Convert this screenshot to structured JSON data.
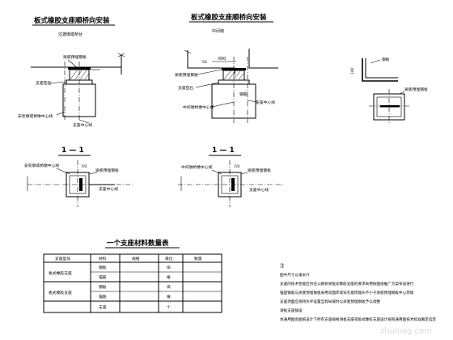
{
  "titles": {
    "left": "板式橡胶支座顺桥向安装",
    "middle": "板式橡胶支座顺桥向安装",
    "table": "一个支座材料数量表"
  },
  "subtitles": {
    "left": "过渡墩或桥台",
    "middle": "中间墩"
  },
  "left_view": {
    "label_plate": "梁底预埋钢板",
    "label_mortar": "支座垫石",
    "label_anchor_center": "安装墩或桥墩中心线",
    "label_bearing_center": "支座中心线"
  },
  "middle_view": {
    "dim_top": "600",
    "dim_side": "50",
    "label_plate": "梁底预埋钢板",
    "label_mortar": "支座垫石",
    "label_pier_center": "中间墩桥墩中心线",
    "label_bearing_center": "支座中心线",
    "label_steel": "钢筋"
  },
  "right_view": {
    "label_top": "钢板",
    "label_plate": "梁底预埋钢板"
  },
  "sections": {
    "left_mark": "1 — 1",
    "middle_mark": "1 — 1",
    "left_label_anchor": "安装墩或桥墩中心线",
    "left_label_plate": "梁底预埋钢板",
    "left_label_center": "支座中心线",
    "left_dim": "7/0",
    "middle_label_pier": "中间墩桥墩中心线",
    "middle_label_plate": "梁底预埋钢板",
    "middle_label_center": "支座中心线",
    "middle_dim": "7/0"
  },
  "table": {
    "headers": [
      "支座型号",
      "材料",
      "规格",
      "单位",
      "数量"
    ],
    "groups": [
      {
        "name": "板式橡胶支座",
        "rows": [
          {
            "material": "钢板",
            "spec": "",
            "unit": "块",
            "qty": ""
          },
          {
            "material": "锚筋",
            "spec": "",
            "unit": "根",
            "qty": ""
          }
        ]
      },
      {
        "name": "板式橡胶支座",
        "rows": [
          {
            "material": "钢板",
            "spec": "",
            "unit": "块",
            "qty": ""
          },
          {
            "material": "锚筋",
            "spec": "",
            "unit": "根",
            "qty": ""
          }
        ]
      }
    ],
    "extra_rows": [
      {
        "material": "支座",
        "spec": "",
        "unit": "个",
        "qty": ""
      }
    ]
  },
  "notes": {
    "heading": "注",
    "lines": [
      "图中尺寸以毫米计",
      "支座的技术性能应符合公路桥梁板式橡胶支座的要求采用按图纸推广方案布设进行",
      "锚固钢筋与梁底预埋钢板采用双面焊或穿孔塞焊端头不小于梁底预埋钢板中心焊缝",
      "支座顶面应保持水平设置当有纵坡时以梁底预埋钢板予以调整",
      "滑板支座铺设",
      "本通用图会图纸设计下所有支座规格滑板支座或板式橡胶支座设计按照通用图技术标准确定选定"
    ]
  },
  "watermark": "zhulong.com"
}
